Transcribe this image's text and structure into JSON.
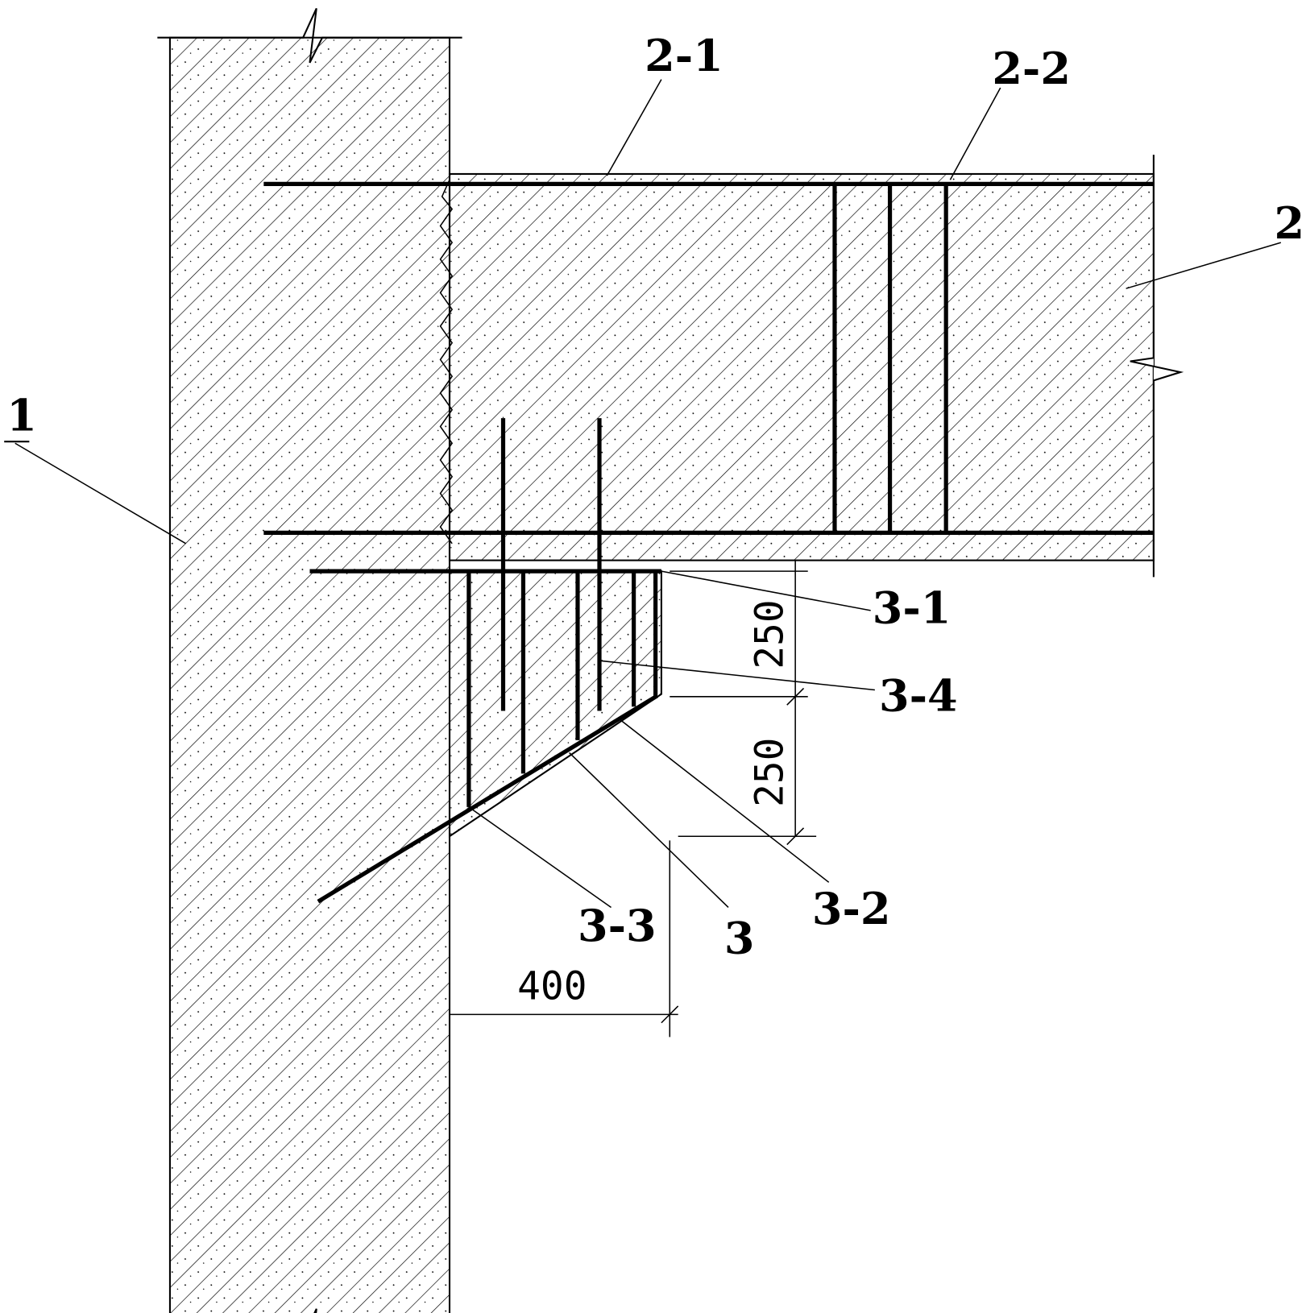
{
  "labels": {
    "wall": "1",
    "slab": "2",
    "slab_top_rebar": "2-1",
    "slab_stirrup": "2-2",
    "haunch": "3",
    "haunch_top_rebar": "3-1",
    "haunch_slope_rebar": "3-2",
    "haunch_anchor_rebar": "3-3",
    "haunch_vertical_rebar": "3-4"
  },
  "dimensions": {
    "upper_height": "250",
    "lower_height": "250",
    "width": "400"
  }
}
